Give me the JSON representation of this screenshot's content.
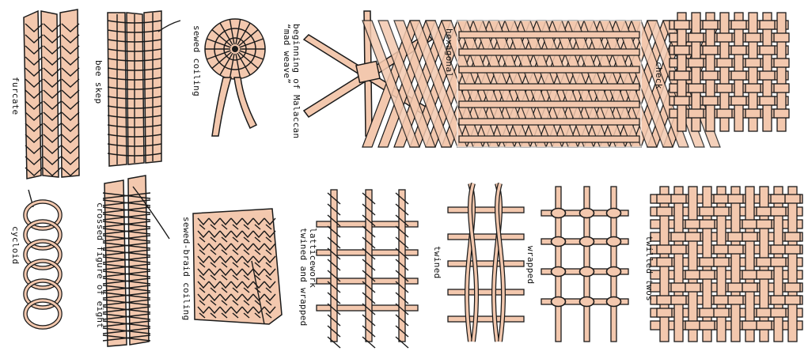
{
  "colors": {
    "fiber": "#f3c8ae",
    "ink": "#1a1a1a",
    "background": "#ffffff"
  },
  "labels": {
    "furcate": "furcate",
    "bee_skep": "bee skep",
    "sewed_coiling": "sewed coiling",
    "malaccan_line1": "beginning of Malaccan",
    "malaccan_line2": "“mad weave”",
    "hexagonal": "hexagonal",
    "check": "check",
    "cycloid": "cycloid",
    "crossed_figure_eight": "crossed figure of eight",
    "sewed_braid_coiling": "sewed-braid coiling",
    "latticework_line1": "latticework",
    "latticework_line2": "twined and wrapped",
    "twined": "twined",
    "wrapped": "wrapped",
    "twilled_twos": "twilled twos"
  }
}
